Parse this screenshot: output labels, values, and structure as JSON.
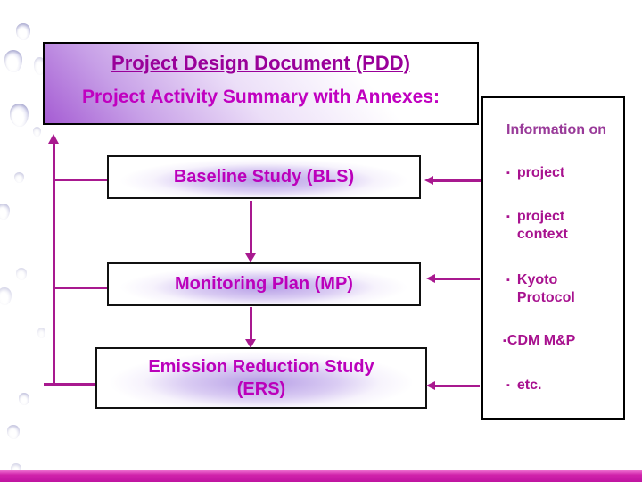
{
  "slide": {
    "title": "Project Design Document (PDD)",
    "subtitle": "Project Activity Summary with Annexes:"
  },
  "flow_boxes": [
    {
      "label": "Baseline Study (BLS)"
    },
    {
      "label": "Monitoring Plan (MP)"
    },
    {
      "label": "Emission Reduction Study (ERS)"
    }
  ],
  "info_panel": {
    "header": "Information on",
    "bullet_glyph": "▪",
    "bullets": [
      "project",
      "project context",
      "Kyoto Protocol",
      "CDM M&P",
      "etc."
    ]
  },
  "colors": {
    "title_color": "#990099",
    "subtitle_color": "#c000c0",
    "box_text_color": "#bb00bb",
    "connector_color": "#a8198f",
    "info_header_color": "#993a99",
    "info_bullet_color": "#a8128f",
    "footer_bar_color": "#d023ab"
  }
}
